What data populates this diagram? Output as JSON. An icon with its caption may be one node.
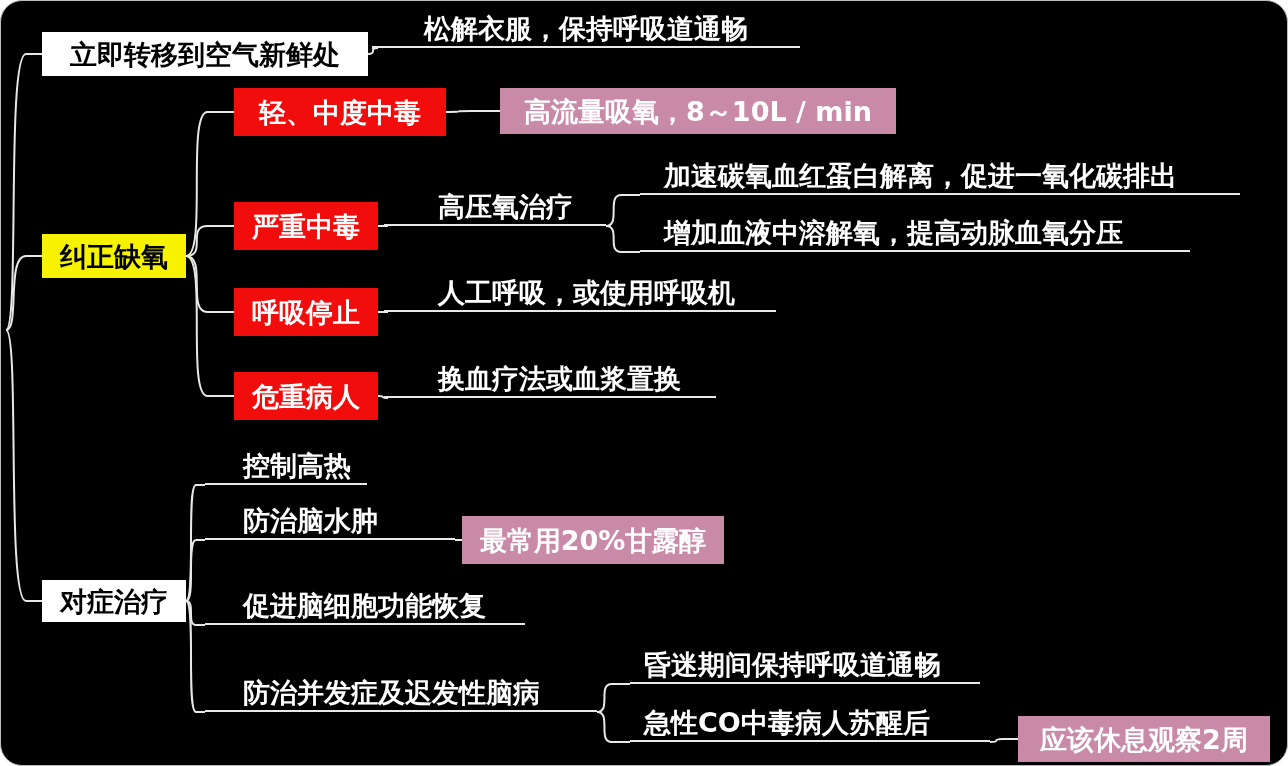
{
  "diagram": {
    "nodes": [
      {
        "text": [
          "立即转移到空气新鲜处"
        ]
      },
      {
        "text": [
          "松解衣服，保持呼吸道通畅"
        ]
      },
      {
        "text": [
          "纠正缺氧"
        ]
      },
      {
        "text": [
          "轻、中度中毒"
        ]
      },
      {
        "text": [
          "高流量吸氧，8～10L / min"
        ]
      },
      {
        "text": [
          "严重中毒"
        ]
      },
      {
        "text": [
          "高压氧治疗"
        ]
      },
      {
        "text": [
          "加速碳氧血红蛋白解离，促进一氧化碳排出"
        ]
      },
      {
        "text": [
          "增加血液中溶解氧，提高动脉血氧分压"
        ]
      },
      {
        "text": [
          "呼吸停止"
        ]
      },
      {
        "text": [
          "人工呼吸，或使用呼吸机"
        ]
      },
      {
        "text": [
          "危重病人"
        ]
      },
      {
        "text": [
          "换血疗法或血浆置换"
        ]
      },
      {
        "text": [
          "对症治疗"
        ]
      },
      {
        "text": [
          "控制高热"
        ]
      },
      {
        "text": [
          "防治脑水肿"
        ]
      },
      {
        "text": [
          "最常用20%甘露醇"
        ]
      },
      {
        "text": [
          "促进脑细胞功能恢复"
        ]
      },
      {
        "text": [
          "防治并发症及迟发性脑病"
        ]
      },
      {
        "text": [
          "昏迷期间保持呼吸道通畅"
        ]
      },
      {
        "text": [
          "急性CO中毒病人苏醒后"
        ]
      },
      {
        "text": [
          "应该休息观察2周"
        ]
      }
    ],
    "edges": [
      {
        "from": null,
        "to": 0,
        "arrow": "none"
      },
      {
        "from": null,
        "to": 2,
        "arrow": "none"
      },
      {
        "from": null,
        "to": 13,
        "arrow": "none"
      },
      {
        "from": 0,
        "to": 1,
        "arrow": "none"
      },
      {
        "from": 2,
        "to": 3,
        "arrow": "none"
      },
      {
        "from": 2,
        "to": 5,
        "arrow": "none"
      },
      {
        "from": 2,
        "to": 9,
        "arrow": "none"
      },
      {
        "from": 2,
        "to": 11,
        "arrow": "none"
      },
      {
        "from": 3,
        "to": 4,
        "arrow": "none"
      },
      {
        "from": 5,
        "to": 6,
        "arrow": "none"
      },
      {
        "from": 6,
        "to": 7,
        "arrow": "none"
      },
      {
        "from": 6,
        "to": 8,
        "arrow": "none"
      },
      {
        "from": 9,
        "to": 10,
        "arrow": "none"
      },
      {
        "from": 11,
        "to": 12,
        "arrow": "none"
      },
      {
        "from": 13,
        "to": 14,
        "arrow": "none"
      },
      {
        "from": 13,
        "to": 15,
        "arrow": "none"
      },
      {
        "from": 13,
        "to": 17,
        "arrow": "none"
      },
      {
        "from": 13,
        "to": 18,
        "arrow": "none"
      },
      {
        "from": 15,
        "to": 16,
        "arrow": "none"
      },
      {
        "from": 18,
        "to": 19,
        "arrow": "none"
      },
      {
        "from": 18,
        "to": 20,
        "arrow": "none"
      },
      {
        "from": 20,
        "to": 21,
        "arrow": "none"
      }
    ]
  }
}
